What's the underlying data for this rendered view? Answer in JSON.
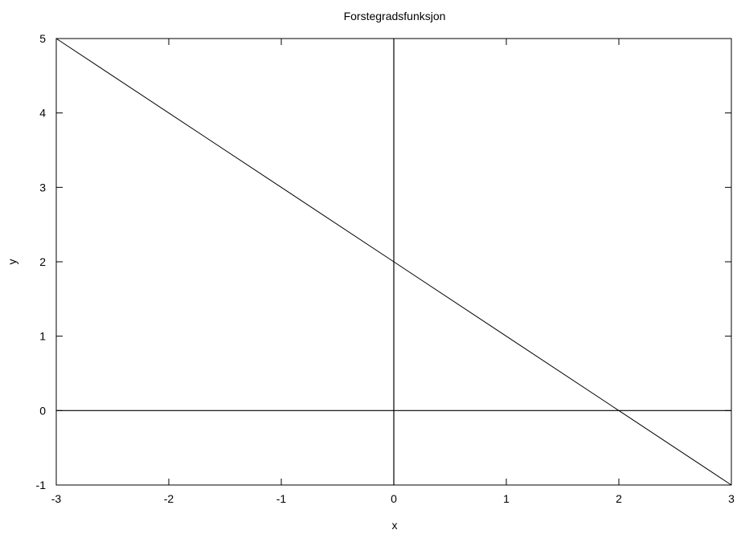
{
  "chart_data": {
    "type": "line",
    "title": "Forstegradsfunksjon",
    "xlabel": "x",
    "ylabel": "y",
    "xlim": [
      -3,
      3
    ],
    "ylim": [
      -1,
      5
    ],
    "xticks": [
      -3,
      -2,
      -1,
      0,
      1,
      2,
      3
    ],
    "yticks": [
      -1,
      0,
      1,
      2,
      3,
      4,
      5
    ],
    "grid": false,
    "zero_axes": true,
    "series": [
      {
        "x": [
          -3,
          -2,
          -1,
          0,
          1,
          2,
          3
        ],
        "y": [
          5,
          4,
          3,
          2,
          1,
          0,
          -1
        ],
        "color": "#000000"
      }
    ]
  }
}
